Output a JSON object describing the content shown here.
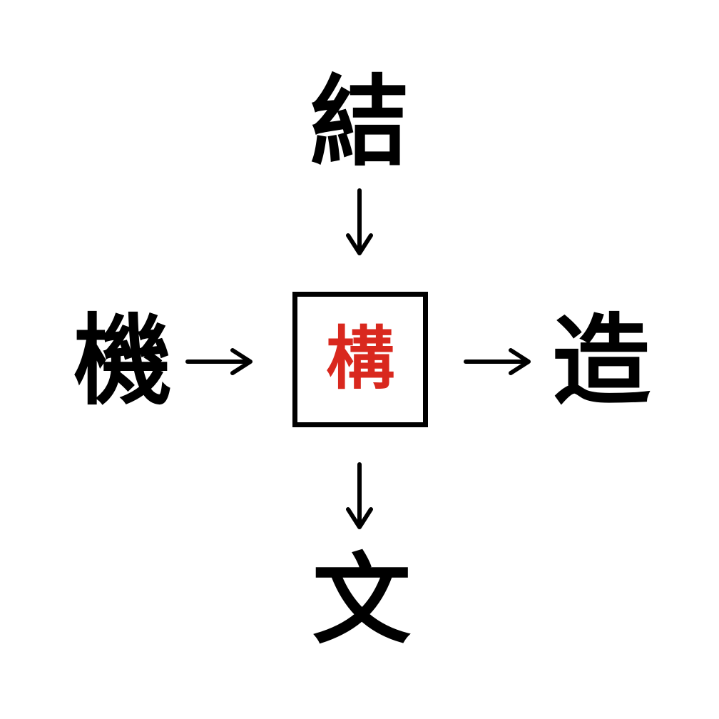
{
  "diagram": {
    "description": "kanji-compound-puzzle",
    "center": {
      "character": "構",
      "color": "#d9281e",
      "boxed": true
    },
    "nodes": {
      "top": "結",
      "left": "機",
      "right": "造",
      "bottom": "文"
    },
    "arrows": [
      {
        "icon": "arrow-down-icon",
        "from": "top-kanji",
        "to": "center-box"
      },
      {
        "icon": "arrow-right-icon",
        "from": "left-kanji",
        "to": "center-box"
      },
      {
        "icon": "arrow-right-icon",
        "from": "center-box",
        "to": "right-kanji"
      },
      {
        "icon": "arrow-down-icon",
        "from": "center-box",
        "to": "bottom-kanji"
      }
    ]
  }
}
